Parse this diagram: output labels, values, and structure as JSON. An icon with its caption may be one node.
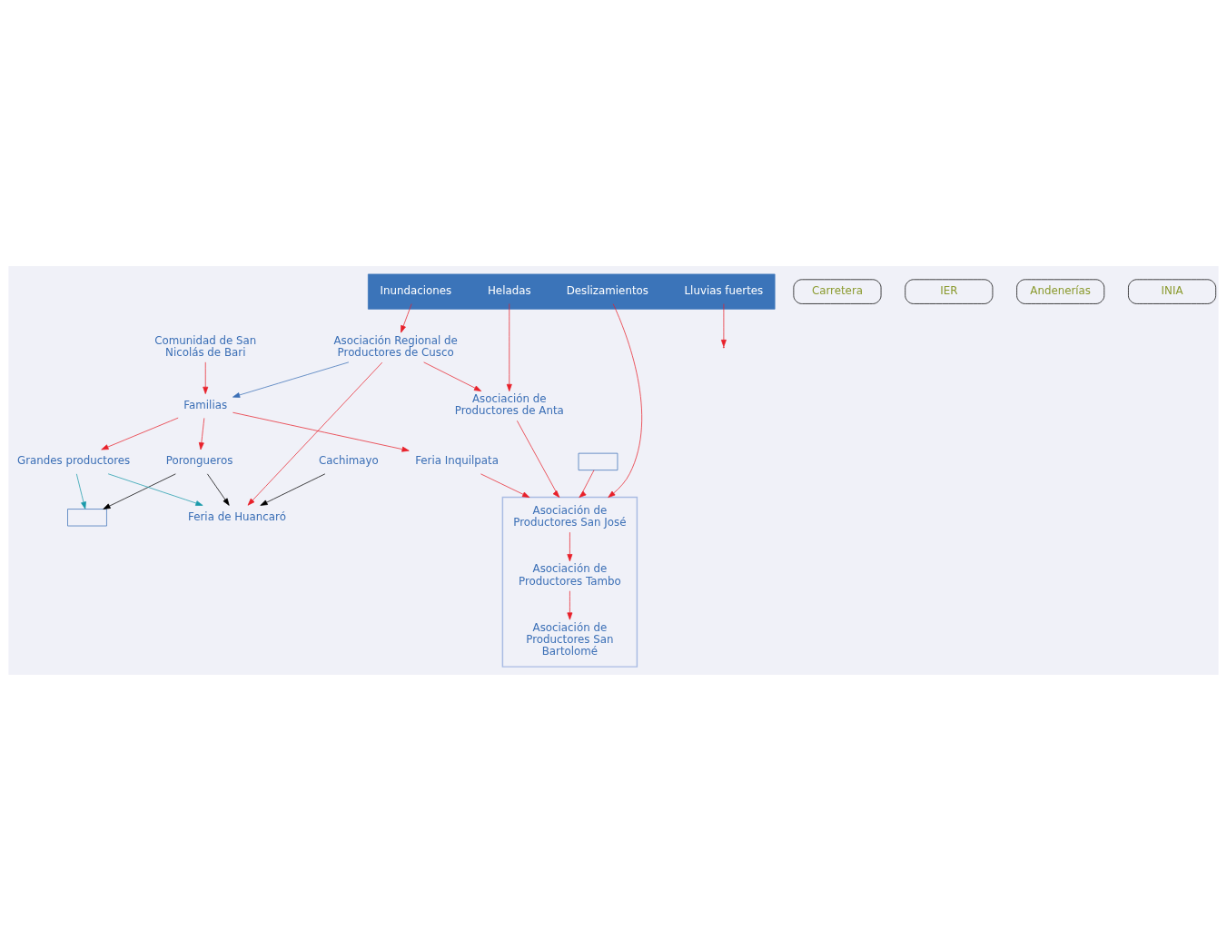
{
  "diagram": {
    "nodes": [
      {
        "text": [],
        "shape": "bar"
      },
      {
        "text": [
          "Inundaciones"
        ],
        "in": 0
      },
      {
        "text": [
          "Heladas"
        ],
        "in": 0
      },
      {
        "text": [
          "Lluvias fuertes"
        ],
        "in": 0
      },
      {
        "text": [
          "Deslizamientos"
        ],
        "in": 0
      },
      {
        "text": [
          "Asociación Regional de Productores de Cusco"
        ]
      },
      {
        "text": [
          "Asociación de Productores de Anta"
        ]
      },
      {
        "text": [],
        "shape": "box"
      },
      {
        "text": [
          "Asociación de Productores San José"
        ],
        "in": 7
      },
      {
        "text": [
          "Asociación de Productores Tambo"
        ],
        "in": 7
      },
      {
        "text": [
          "Asociación de Productores San Bartolomé"
        ],
        "in": 7
      },
      {
        "text": [],
        "shape": "box"
      },
      {
        "text": [
          "Feria Inquilpata"
        ]
      },
      {
        "text": [],
        "shape": "box"
      },
      {
        "text": [
          "Feria de Huancaró"
        ]
      },
      {
        "text": [
          "Porongueros"
        ]
      },
      {
        "text": [
          "Grandes productores"
        ]
      },
      {
        "text": [
          "Cachimayo"
        ]
      },
      {
        "text": [
          "Comunidad de San Nicolás de Bari"
        ]
      },
      {
        "text": [
          "Familias"
        ]
      },
      {
        "text": [
          "Carretera"
        ]
      },
      {
        "text": [
          "IER"
        ]
      },
      {
        "text": [
          "Andenerías"
        ]
      },
      {
        "text": [
          "INIA"
        ]
      }
    ],
    "edges": [
      {
        "from": 1,
        "to": 5,
        "arrow": "to"
      },
      {
        "from": 2,
        "to": 6,
        "arrow": "to"
      },
      {
        "from": 3,
        "to": null,
        "arrow": "to"
      },
      {
        "from": 4,
        "to": 7,
        "arrow": "to"
      },
      {
        "from": 5,
        "to": 6,
        "arrow": "to"
      },
      {
        "from": 6,
        "to": 7,
        "arrow": "to"
      },
      {
        "from": 8,
        "to": 9,
        "arrow": "to"
      },
      {
        "from": 9,
        "to": 10,
        "arrow": "to"
      },
      {
        "from": 11,
        "to": 7,
        "arrow": "to"
      },
      {
        "from": 12,
        "to": 7,
        "arrow": "to"
      },
      {
        "from": 5,
        "to": 14,
        "arrow": "to"
      },
      {
        "from": 5,
        "to": 19,
        "arrow": "to",
        "color": "#3b6fb6"
      },
      {
        "from": 15,
        "to": 13,
        "arrow": "to",
        "color": "#000000"
      },
      {
        "from": 15,
        "to": 14,
        "arrow": "to",
        "color": "#000000"
      },
      {
        "from": 16,
        "to": 13,
        "arrow": "to",
        "color": "#1a9aaa"
      },
      {
        "from": 16,
        "to": 14,
        "arrow": "to",
        "color": "#1a9aaa"
      },
      {
        "from": 17,
        "to": 14,
        "arrow": "to",
        "color": "#000000"
      },
      {
        "from": 19,
        "to": 12,
        "arrow": "to"
      },
      {
        "from": 19,
        "to": 15,
        "arrow": "to"
      },
      {
        "from": 19,
        "to": 16,
        "arrow": "to"
      },
      {
        "from": 18,
        "to": 19,
        "arrow": "to"
      }
    ]
  }
}
